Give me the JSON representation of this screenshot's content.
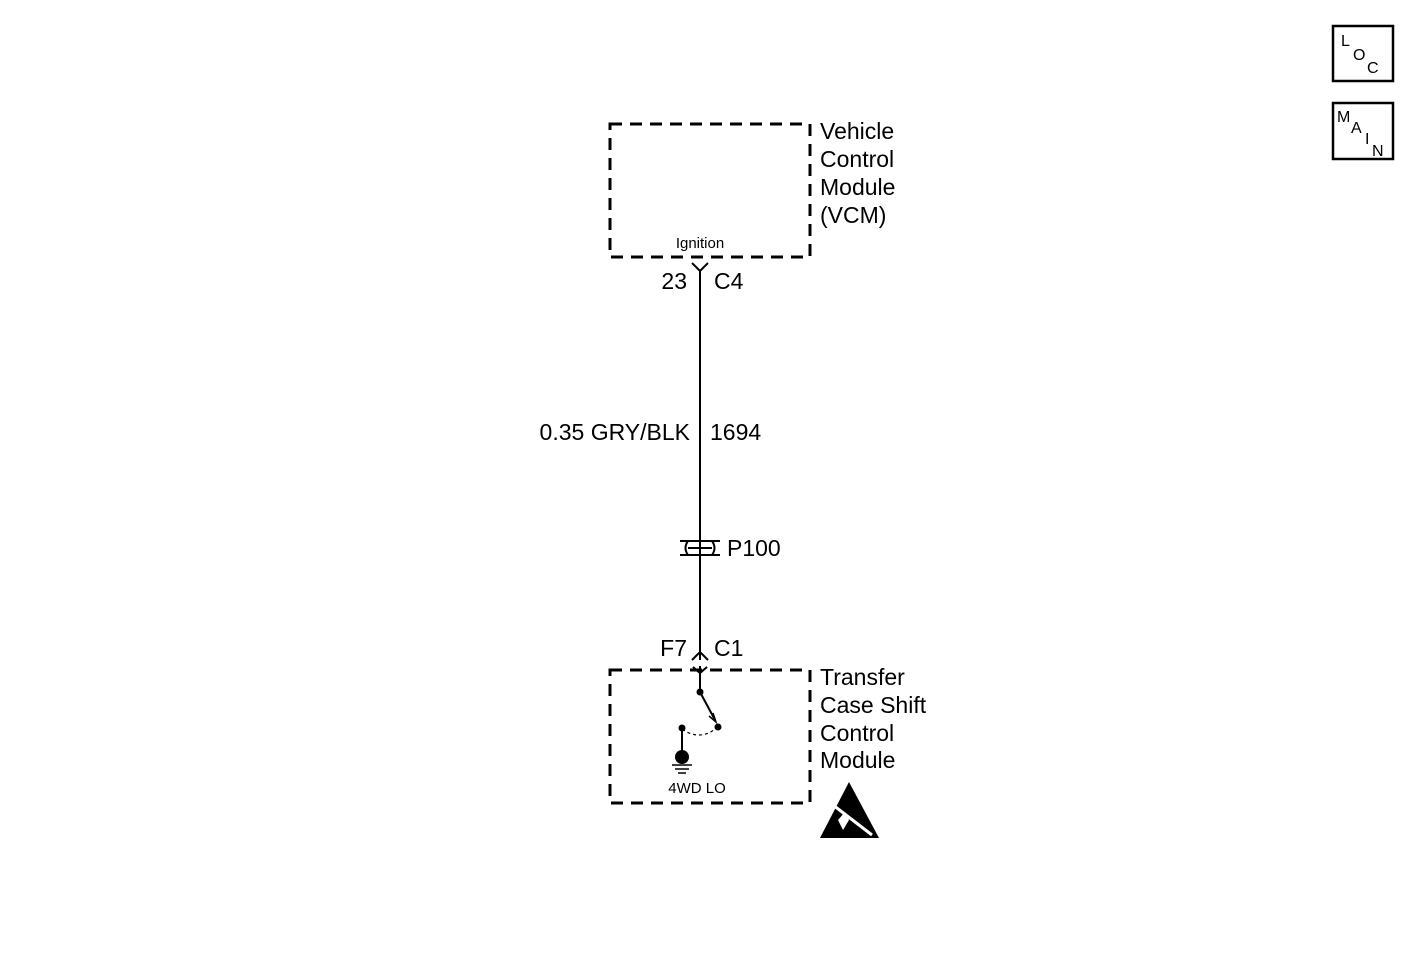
{
  "nav_buttons": {
    "loc": [
      "L",
      "O",
      "C"
    ],
    "main": [
      "M",
      "A",
      "I",
      "N"
    ]
  },
  "vcm": {
    "name_lines": [
      "Vehicle",
      "Control",
      "Module",
      "(VCM)"
    ],
    "terminal_label": "Ignition",
    "pin": "23",
    "connector": "C4"
  },
  "wire": {
    "gauge_color": "0.35 GRY/BLK",
    "circuit": "1694"
  },
  "splice": {
    "label": "P100"
  },
  "tcscm": {
    "pin": "F7",
    "connector": "C1",
    "name_lines": [
      "Transfer",
      "Case Shift",
      "Control",
      "Module"
    ],
    "switch_label": "4WD LO"
  }
}
